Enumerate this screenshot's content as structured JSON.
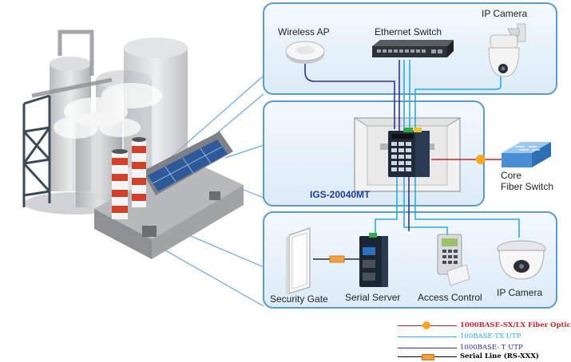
{
  "colors": {
    "fiber": "#c1272d",
    "fiber_connector": "#f5a623",
    "utp_tx": "#29abe2",
    "utp_t": "#2e3192",
    "serial": "#000000",
    "model_text": "#1c3f94",
    "panel_border": "#5b9bd5",
    "panel_fill": "#eaf3fb"
  },
  "top_panel": {
    "devices": [
      {
        "label": "Wireless AP",
        "icon": "wireless-ap-icon"
      },
      {
        "label": "Ethernet Switch",
        "icon": "ethernet-switch-icon"
      },
      {
        "label": "IP Camera",
        "icon": "ptz-camera-icon"
      }
    ]
  },
  "middle_panel": {
    "model": "IGS-20040MT",
    "core": {
      "line1": "Core",
      "line2": "Fiber Switch"
    }
  },
  "bottom_panel": {
    "devices": [
      {
        "label": "Security Gate",
        "icon": "door-icon"
      },
      {
        "label": "Serial Server",
        "icon": "serial-server-icon"
      },
      {
        "label": "Access Control",
        "icon": "keypad-icon"
      },
      {
        "label": "IP Camera",
        "icon": "dome-camera-icon"
      }
    ]
  },
  "legend": [
    {
      "label": "1000BASE-SX/LX Fiber Optic",
      "color": "#c1272d",
      "marker": "dot"
    },
    {
      "label": "100BASE-TX UTP",
      "color": "#29abe2",
      "marker": "none"
    },
    {
      "label": "1000BASE- T UTP",
      "color": "#2e3192",
      "marker": "none"
    },
    {
      "label": "Serial Line (RS-XXX)",
      "color": "#000000",
      "marker": "tag"
    }
  ]
}
